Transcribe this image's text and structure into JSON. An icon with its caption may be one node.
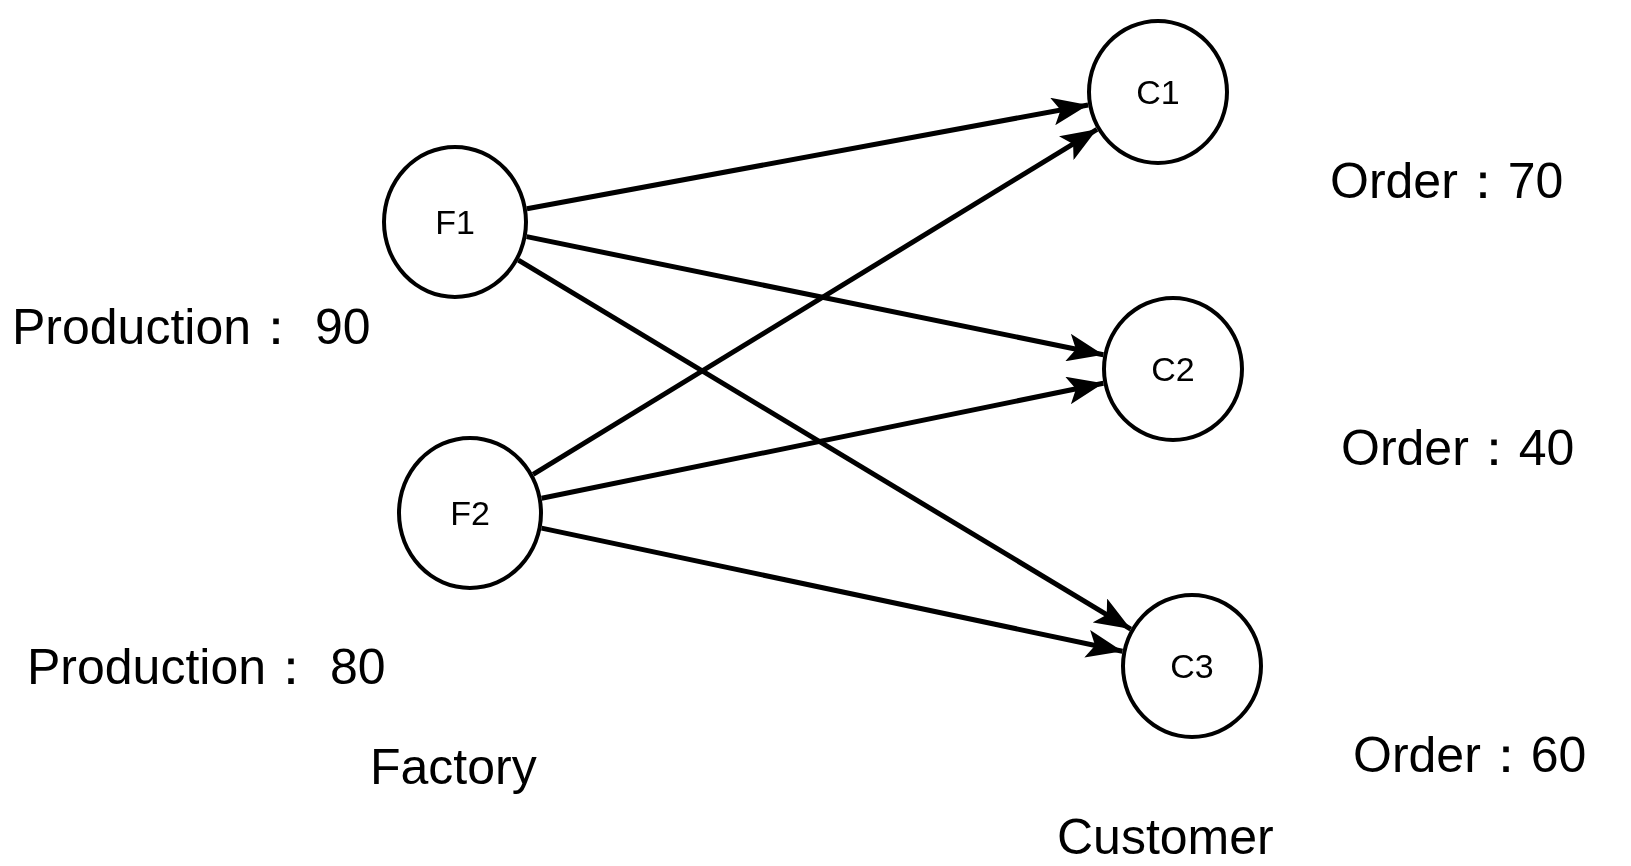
{
  "diagram": {
    "nodes": [
      {
        "text": [
          "F1"
        ],
        "beside": [
          "Production： 90"
        ]
      },
      {
        "text": [
          "F2"
        ],
        "beside": [
          "Production： 80"
        ]
      },
      {
        "text": [
          "C1"
        ],
        "beside": [
          "Order：70"
        ]
      },
      {
        "text": [
          "C2"
        ],
        "beside": [
          "Order：40"
        ]
      },
      {
        "text": [
          "C3"
        ],
        "beside": [
          "Order：60"
        ]
      }
    ],
    "edges": [
      {
        "from": 0,
        "to": 2,
        "arrow": "to"
      },
      {
        "from": 0,
        "to": 3,
        "arrow": "to"
      },
      {
        "from": 0,
        "to": 4,
        "arrow": "to"
      },
      {
        "from": 1,
        "to": 2,
        "arrow": "to"
      },
      {
        "from": 1,
        "to": 3,
        "arrow": "to"
      },
      {
        "from": 1,
        "to": 4,
        "arrow": "to"
      }
    ],
    "labels": [
      "Factory",
      "Customer"
    ]
  }
}
